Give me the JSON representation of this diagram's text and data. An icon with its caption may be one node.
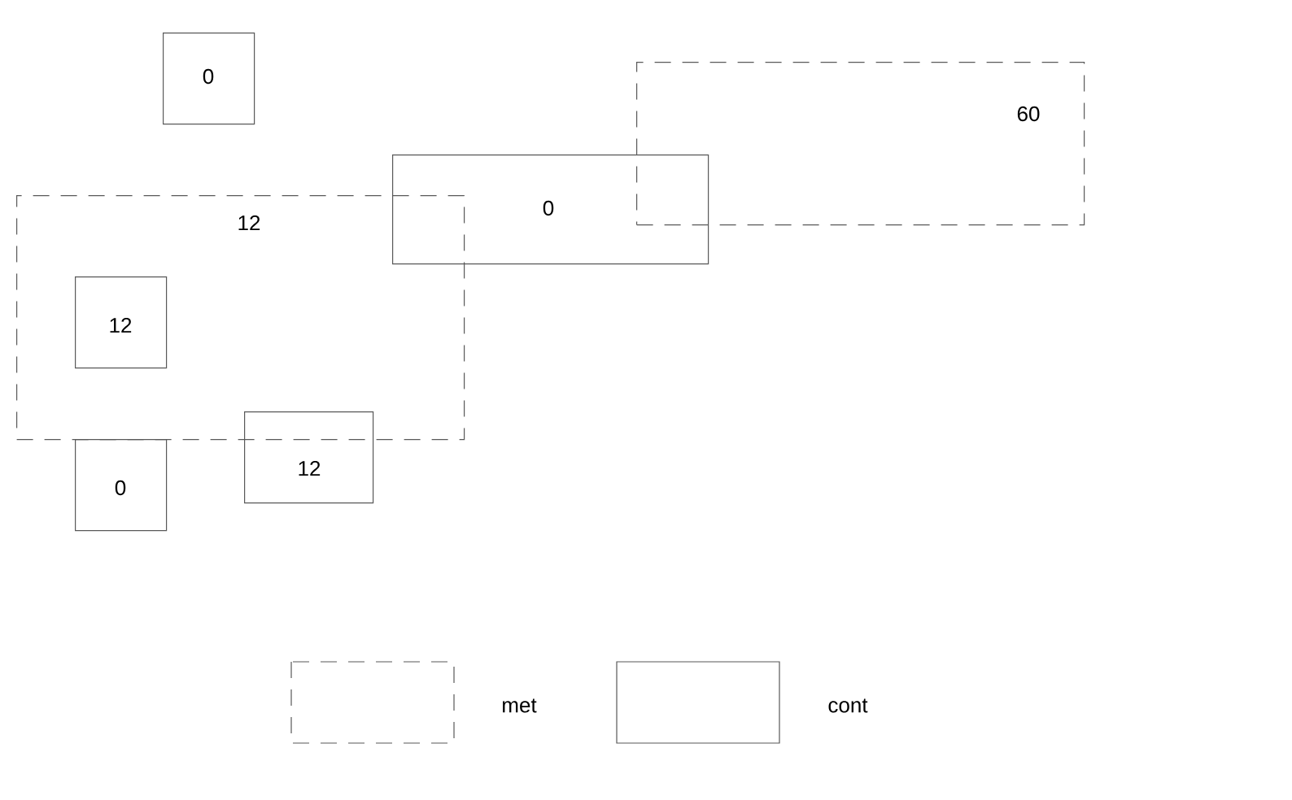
{
  "diagram": {
    "nodes": [
      {
        "text": [
          "0"
        ]
      },
      {
        "text": [
          "60"
        ]
      },
      {
        "text": [
          "0"
        ]
      },
      {
        "text": [
          "12"
        ]
      },
      {
        "text": [
          "12"
        ],
        "in": 3
      },
      {
        "text": [
          "0"
        ]
      },
      {
        "text": [
          "12"
        ]
      }
    ],
    "legend": [
      {
        "text": "met"
      },
      {
        "text": "cont"
      }
    ]
  }
}
